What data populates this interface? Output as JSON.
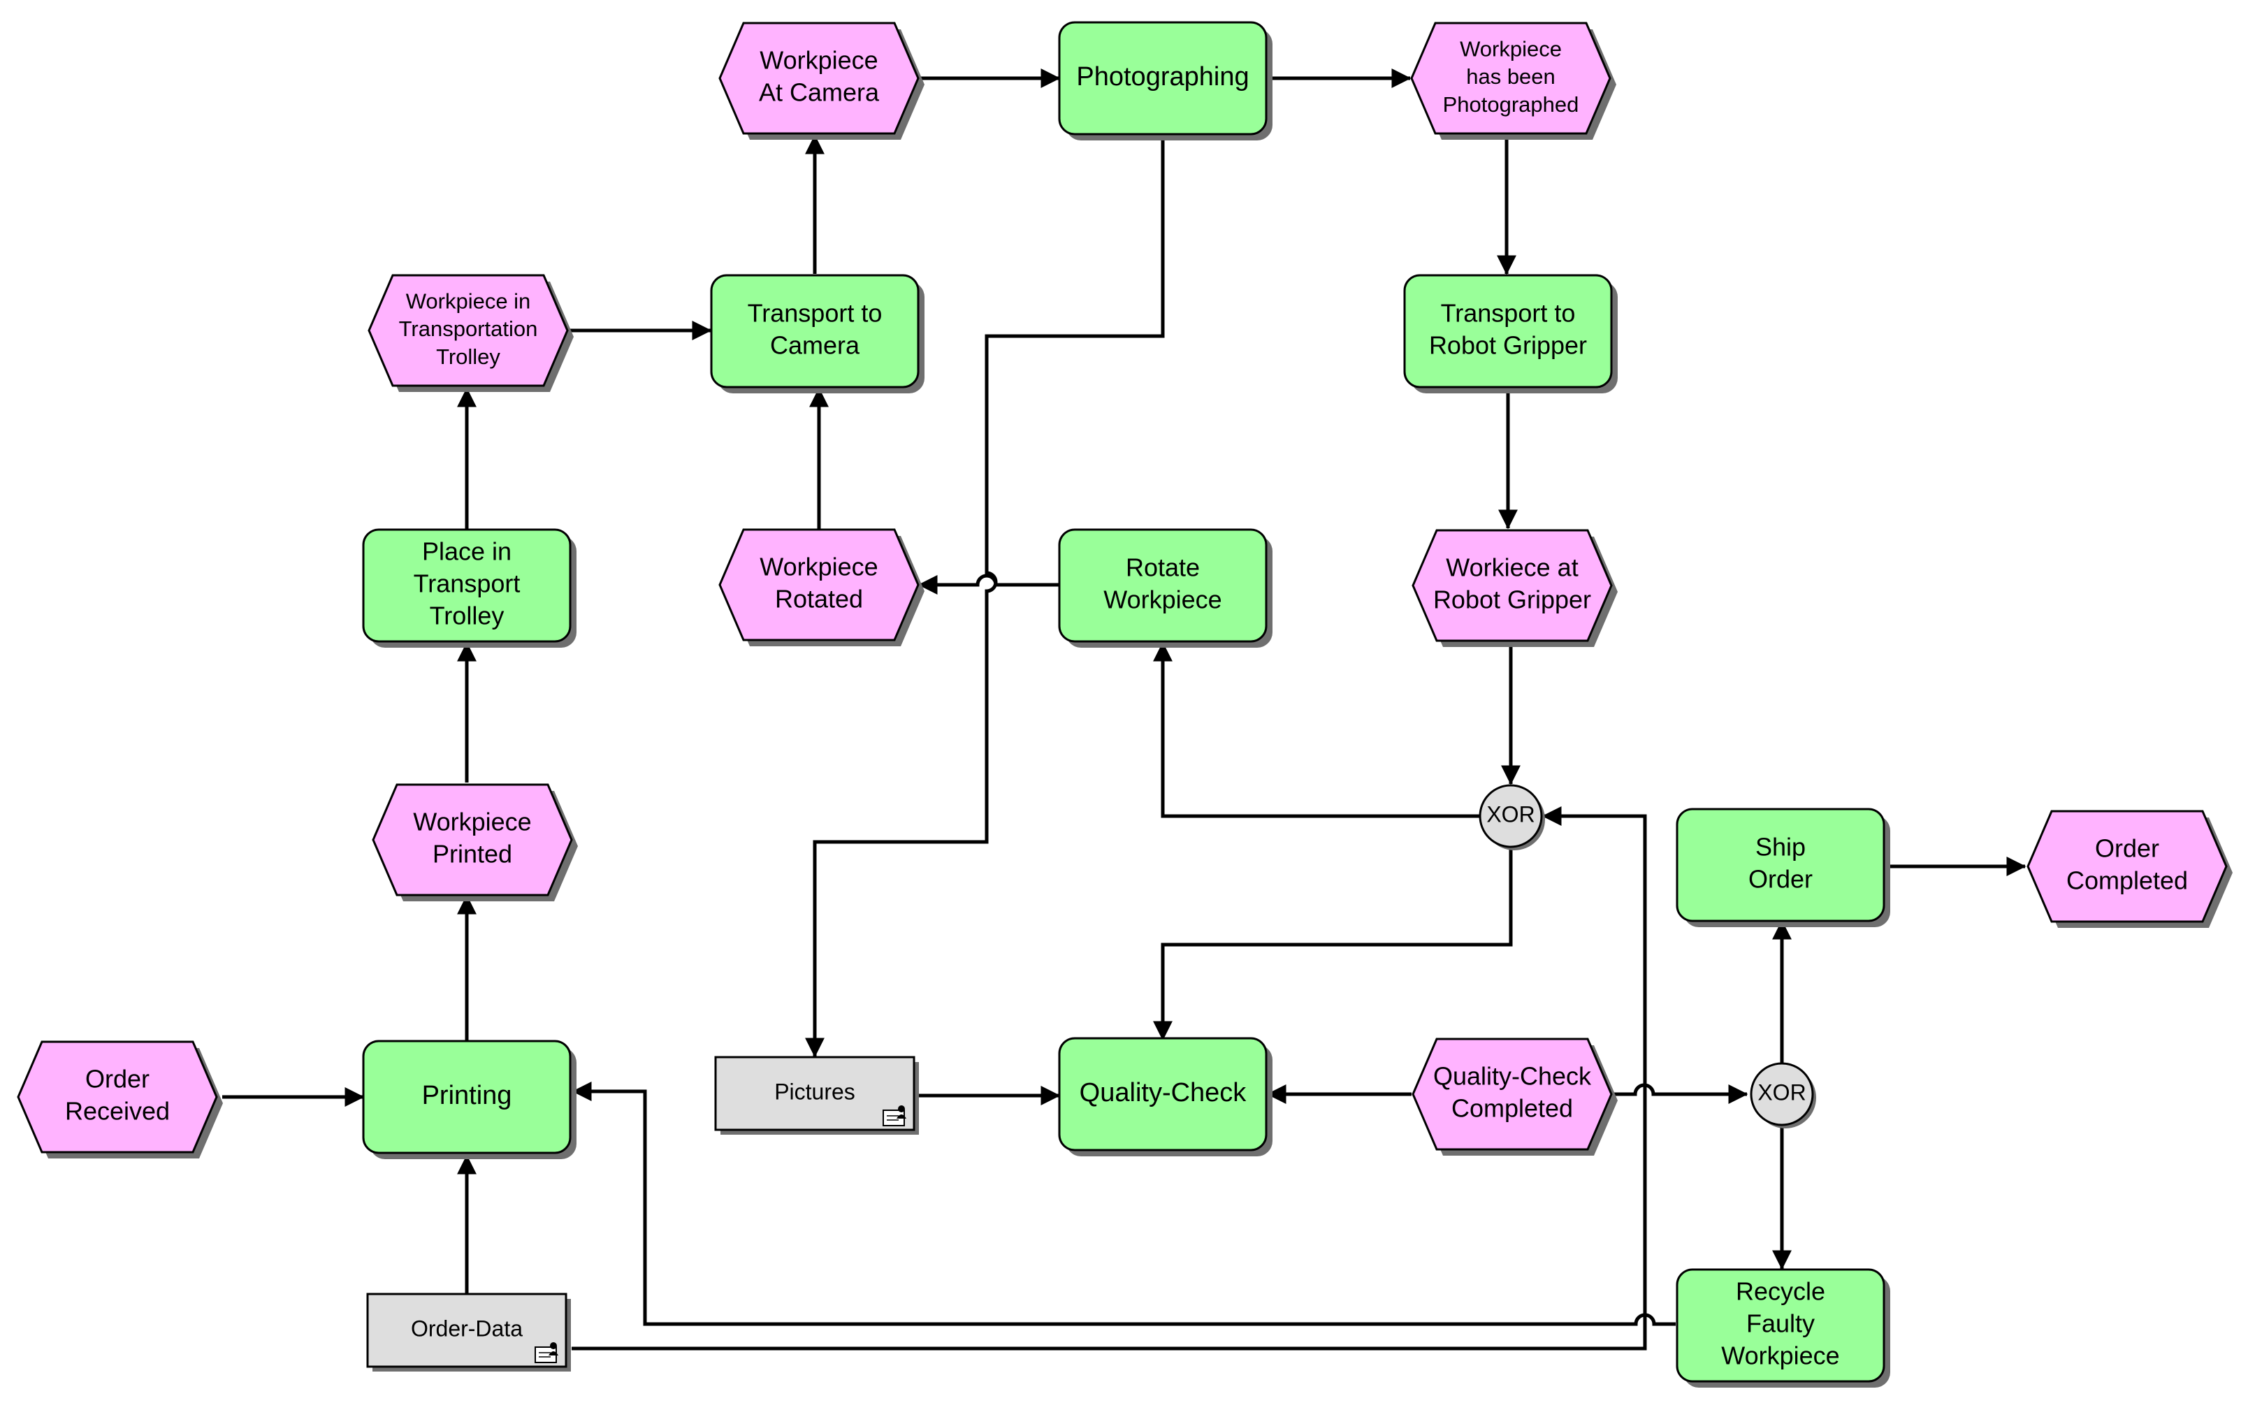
{
  "colors": {
    "event_fill": "#ffb3ff",
    "function_fill": "#99ff99",
    "info_fill": "#dedede",
    "connector_fill": "#dedede",
    "line": "#000000"
  },
  "nodes": {
    "order_received": {
      "type": "event",
      "lines": [
        "Order",
        "Received"
      ]
    },
    "printing": {
      "type": "function",
      "lines": [
        "Printing"
      ]
    },
    "order_data": {
      "type": "info",
      "lines": [
        "Order-Data"
      ]
    },
    "workpiece_printed": {
      "type": "event",
      "lines": [
        "Workpiece",
        "Printed"
      ]
    },
    "place_in_trolley": {
      "type": "function",
      "lines": [
        "Place in",
        "Transport",
        "Trolley"
      ]
    },
    "workpiece_in_trolley": {
      "type": "event",
      "lines": [
        "Workpiece in",
        "Transportation",
        "Trolley"
      ]
    },
    "transport_to_camera": {
      "type": "function",
      "lines": [
        "Transport to",
        "Camera"
      ]
    },
    "workpiece_at_camera": {
      "type": "event",
      "lines": [
        "Workpiece",
        "At Camera"
      ]
    },
    "photographing": {
      "type": "function",
      "lines": [
        "Photographing"
      ]
    },
    "workpiece_photographed": {
      "type": "event",
      "lines": [
        "Workpiece",
        "has been",
        "Photographed"
      ]
    },
    "transport_to_gripper": {
      "type": "function",
      "lines": [
        "Transport to",
        "Robot Gripper"
      ]
    },
    "workpiece_at_gripper": {
      "type": "event",
      "lines": [
        "Workiece at",
        "Robot Gripper"
      ]
    },
    "xor_top": {
      "type": "connector",
      "lines": [
        "XOR"
      ]
    },
    "rotate_workpiece": {
      "type": "function",
      "lines": [
        "Rotate",
        "Workpiece"
      ]
    },
    "workpiece_rotated": {
      "type": "event",
      "lines": [
        "Workpiece",
        "Rotated"
      ]
    },
    "pictures": {
      "type": "info",
      "lines": [
        "Pictures"
      ]
    },
    "quality_check": {
      "type": "function",
      "lines": [
        "Quality-Check"
      ]
    },
    "quality_check_completed": {
      "type": "event",
      "lines": [
        "Quality-Check",
        "Completed"
      ]
    },
    "xor_bottom": {
      "type": "connector",
      "lines": [
        "XOR"
      ]
    },
    "ship_order": {
      "type": "function",
      "lines": [
        "Ship",
        "Order"
      ]
    },
    "order_completed": {
      "type": "event",
      "lines": [
        "Order",
        "Completed"
      ]
    },
    "recycle_faulty": {
      "type": "function",
      "lines": [
        "Recycle",
        "Faulty",
        "Workpiece"
      ]
    }
  }
}
